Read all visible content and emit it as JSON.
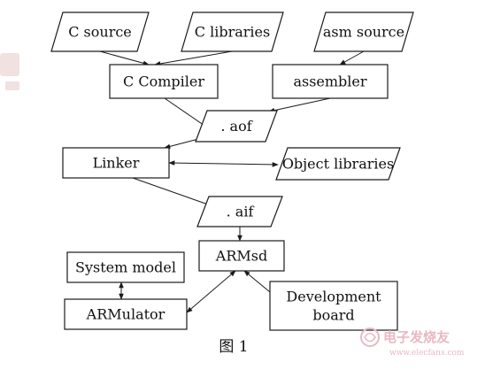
{
  "diagram": {
    "caption": "图 1",
    "nodes": [
      {
        "id": "c-source",
        "label": "C source",
        "shape": "parallelogram"
      },
      {
        "id": "c-libraries",
        "label": "C libraries",
        "shape": "parallelogram"
      },
      {
        "id": "asm-source",
        "label": "asm source",
        "shape": "parallelogram"
      },
      {
        "id": "c-compiler",
        "label": "C Compiler",
        "shape": "rectangle"
      },
      {
        "id": "assembler",
        "label": "assembler",
        "shape": "rectangle"
      },
      {
        "id": "aof",
        "label": ". aof",
        "shape": "parallelogram"
      },
      {
        "id": "linker",
        "label": "Linker",
        "shape": "rectangle"
      },
      {
        "id": "object-libraries",
        "label": "Object libraries",
        "shape": "parallelogram"
      },
      {
        "id": "aif",
        "label": ". aif",
        "shape": "parallelogram"
      },
      {
        "id": "armsd",
        "label": "ARMsd",
        "shape": "rectangle"
      },
      {
        "id": "system-model",
        "label": "System model",
        "shape": "rectangle"
      },
      {
        "id": "armulator",
        "label": "ARMulator",
        "shape": "rectangle"
      },
      {
        "id": "development-board",
        "label": "Development board",
        "label_lines": [
          "Development",
          "board"
        ],
        "shape": "rectangle"
      }
    ],
    "edges": [
      {
        "from": "c-source",
        "to": "c-compiler",
        "direction": "forward"
      },
      {
        "from": "c-libraries",
        "to": "c-compiler",
        "direction": "forward"
      },
      {
        "from": "asm-source",
        "to": "assembler",
        "direction": "forward"
      },
      {
        "from": "c-compiler",
        "to": "aof",
        "direction": "forward"
      },
      {
        "from": "assembler",
        "to": "aof",
        "direction": "forward"
      },
      {
        "from": "aof",
        "to": "linker",
        "direction": "forward"
      },
      {
        "from": "linker",
        "to": "object-libraries",
        "direction": "both"
      },
      {
        "from": "linker",
        "to": "aif",
        "direction": "forward"
      },
      {
        "from": "aif",
        "to": "armsd",
        "direction": "forward"
      },
      {
        "from": "system-model",
        "to": "armulator",
        "direction": "both"
      },
      {
        "from": "armulator",
        "to": "armsd",
        "direction": "both"
      },
      {
        "from": "armsd",
        "to": "development-board",
        "direction": "both"
      }
    ]
  },
  "watermarks": {
    "right_text": "电子发烧友",
    "right_url": "www.elecfans.com"
  },
  "colors": {
    "stroke": "#1a1a1a",
    "text": "#111111",
    "background": "#ffffff",
    "watermark": "#e9b8c4"
  }
}
